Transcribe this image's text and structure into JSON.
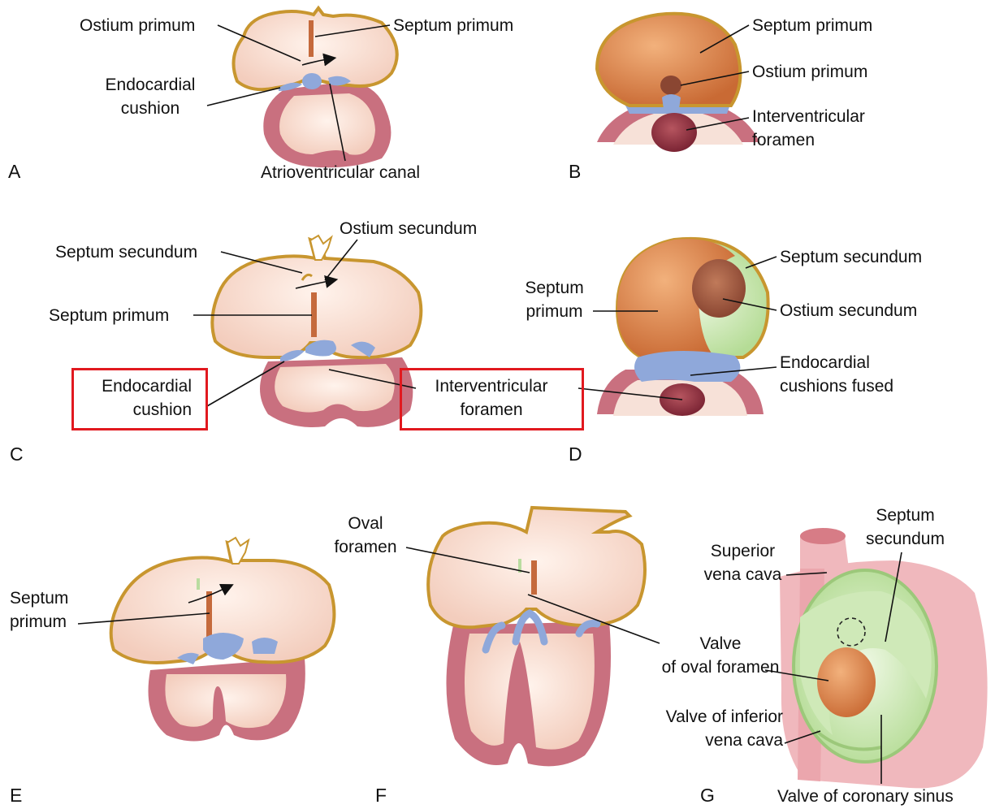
{
  "panels": {
    "A": {
      "letter": "A",
      "ostium_primum": "Ostium primum",
      "septum_primum": "Septum primum",
      "endocardial_cushion": [
        "Endocardial",
        "cushion"
      ],
      "atrioventricular_canal": "Atrioventricular canal"
    },
    "B": {
      "letter": "B",
      "septum_primum": "Septum primum",
      "ostium_primum": "Ostium primum",
      "interventricular_foramen": [
        "Interventricular",
        "foramen"
      ]
    },
    "C": {
      "letter": "C",
      "septum_secundum": "Septum secundum",
      "ostium_secundum": "Ostium secundum",
      "septum_primum": "Septum primum",
      "endocardial_cushion": [
        "Endocardial",
        "cushion"
      ],
      "interventricular_foramen": [
        "Interventricular",
        "foramen"
      ]
    },
    "D": {
      "letter": "D",
      "septum_secundum": "Septum secundum",
      "septum_primum": [
        "Septum",
        "primum"
      ],
      "ostium_secundum": "Ostium secundum",
      "endocardial_cushions_fused": [
        "Endocardial",
        "cushions fused"
      ]
    },
    "E": {
      "letter": "E",
      "septum_primum": [
        "Septum",
        "primum"
      ]
    },
    "F": {
      "letter": "F",
      "oval_foramen": [
        "Oval",
        "foramen"
      ],
      "valve_of_oval_foramen": [
        "Valve",
        "of oval foramen"
      ]
    },
    "G": {
      "letter": "G",
      "septum_secundum": [
        "Septum",
        "secundum"
      ],
      "superior_vena_cava": [
        "Superior",
        "vena cava"
      ],
      "valve_of_inferior_vena_cava": [
        "Valve of inferior",
        "vena cava"
      ],
      "valve_of_coronary_sinus": "Valve of coronary sinus"
    }
  },
  "highlight_color": "#e1191f",
  "colors": {
    "atrium_fill": "#f8ddd2",
    "atrium_outline": "#c8962f",
    "ventricle_wall": "#c9707f",
    "cushion": "#8fa8da",
    "septum_primum": "#c56a3c",
    "septum_secundum": "#b9dca0"
  }
}
